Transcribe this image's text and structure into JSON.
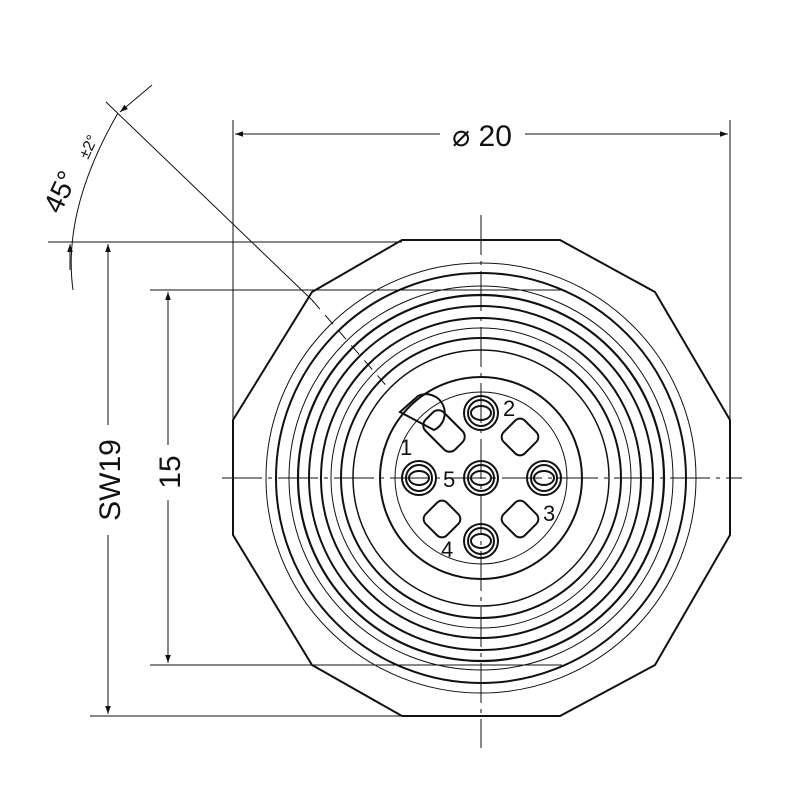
{
  "drawing": {
    "diameter_label": "⌀ 20",
    "height_label": "15",
    "wrench_label": "SW19",
    "angle_label": "45°",
    "angle_tolerance": "±2°",
    "pins": [
      "1",
      "2",
      "3",
      "4",
      "5"
    ],
    "line_color": "#111111"
  }
}
